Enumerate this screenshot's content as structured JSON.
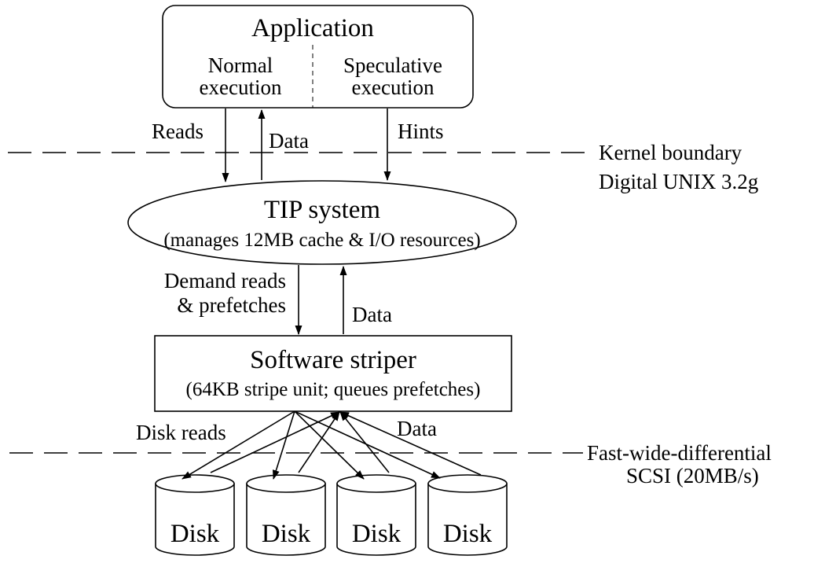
{
  "application": {
    "title": "Application",
    "normal_line1": "Normal",
    "normal_line2": "execution",
    "speculative_line1": "Speculative",
    "speculative_line2": "execution"
  },
  "flows_app_tip": {
    "reads": "Reads",
    "data": "Data",
    "hints": "Hints"
  },
  "kernel_boundary": {
    "line1": "Kernel boundary",
    "line2": "Digital UNIX 3.2g"
  },
  "tip_system": {
    "title": "TIP system",
    "subtitle": "(manages 12MB cache & I/O resources)"
  },
  "flows_tip_striper": {
    "demand_line1": "Demand reads",
    "demand_line2": "& prefetches",
    "data": "Data"
  },
  "striper": {
    "title": "Software striper",
    "subtitle": "(64KB stripe unit; queues prefetches)"
  },
  "flows_disks": {
    "disk_reads": "Disk reads",
    "data": "Data"
  },
  "scsi_boundary": {
    "line1": "Fast-wide-differential",
    "line2": "SCSI (20MB/s)"
  },
  "disks": [
    "Disk",
    "Disk",
    "Disk",
    "Disk"
  ]
}
